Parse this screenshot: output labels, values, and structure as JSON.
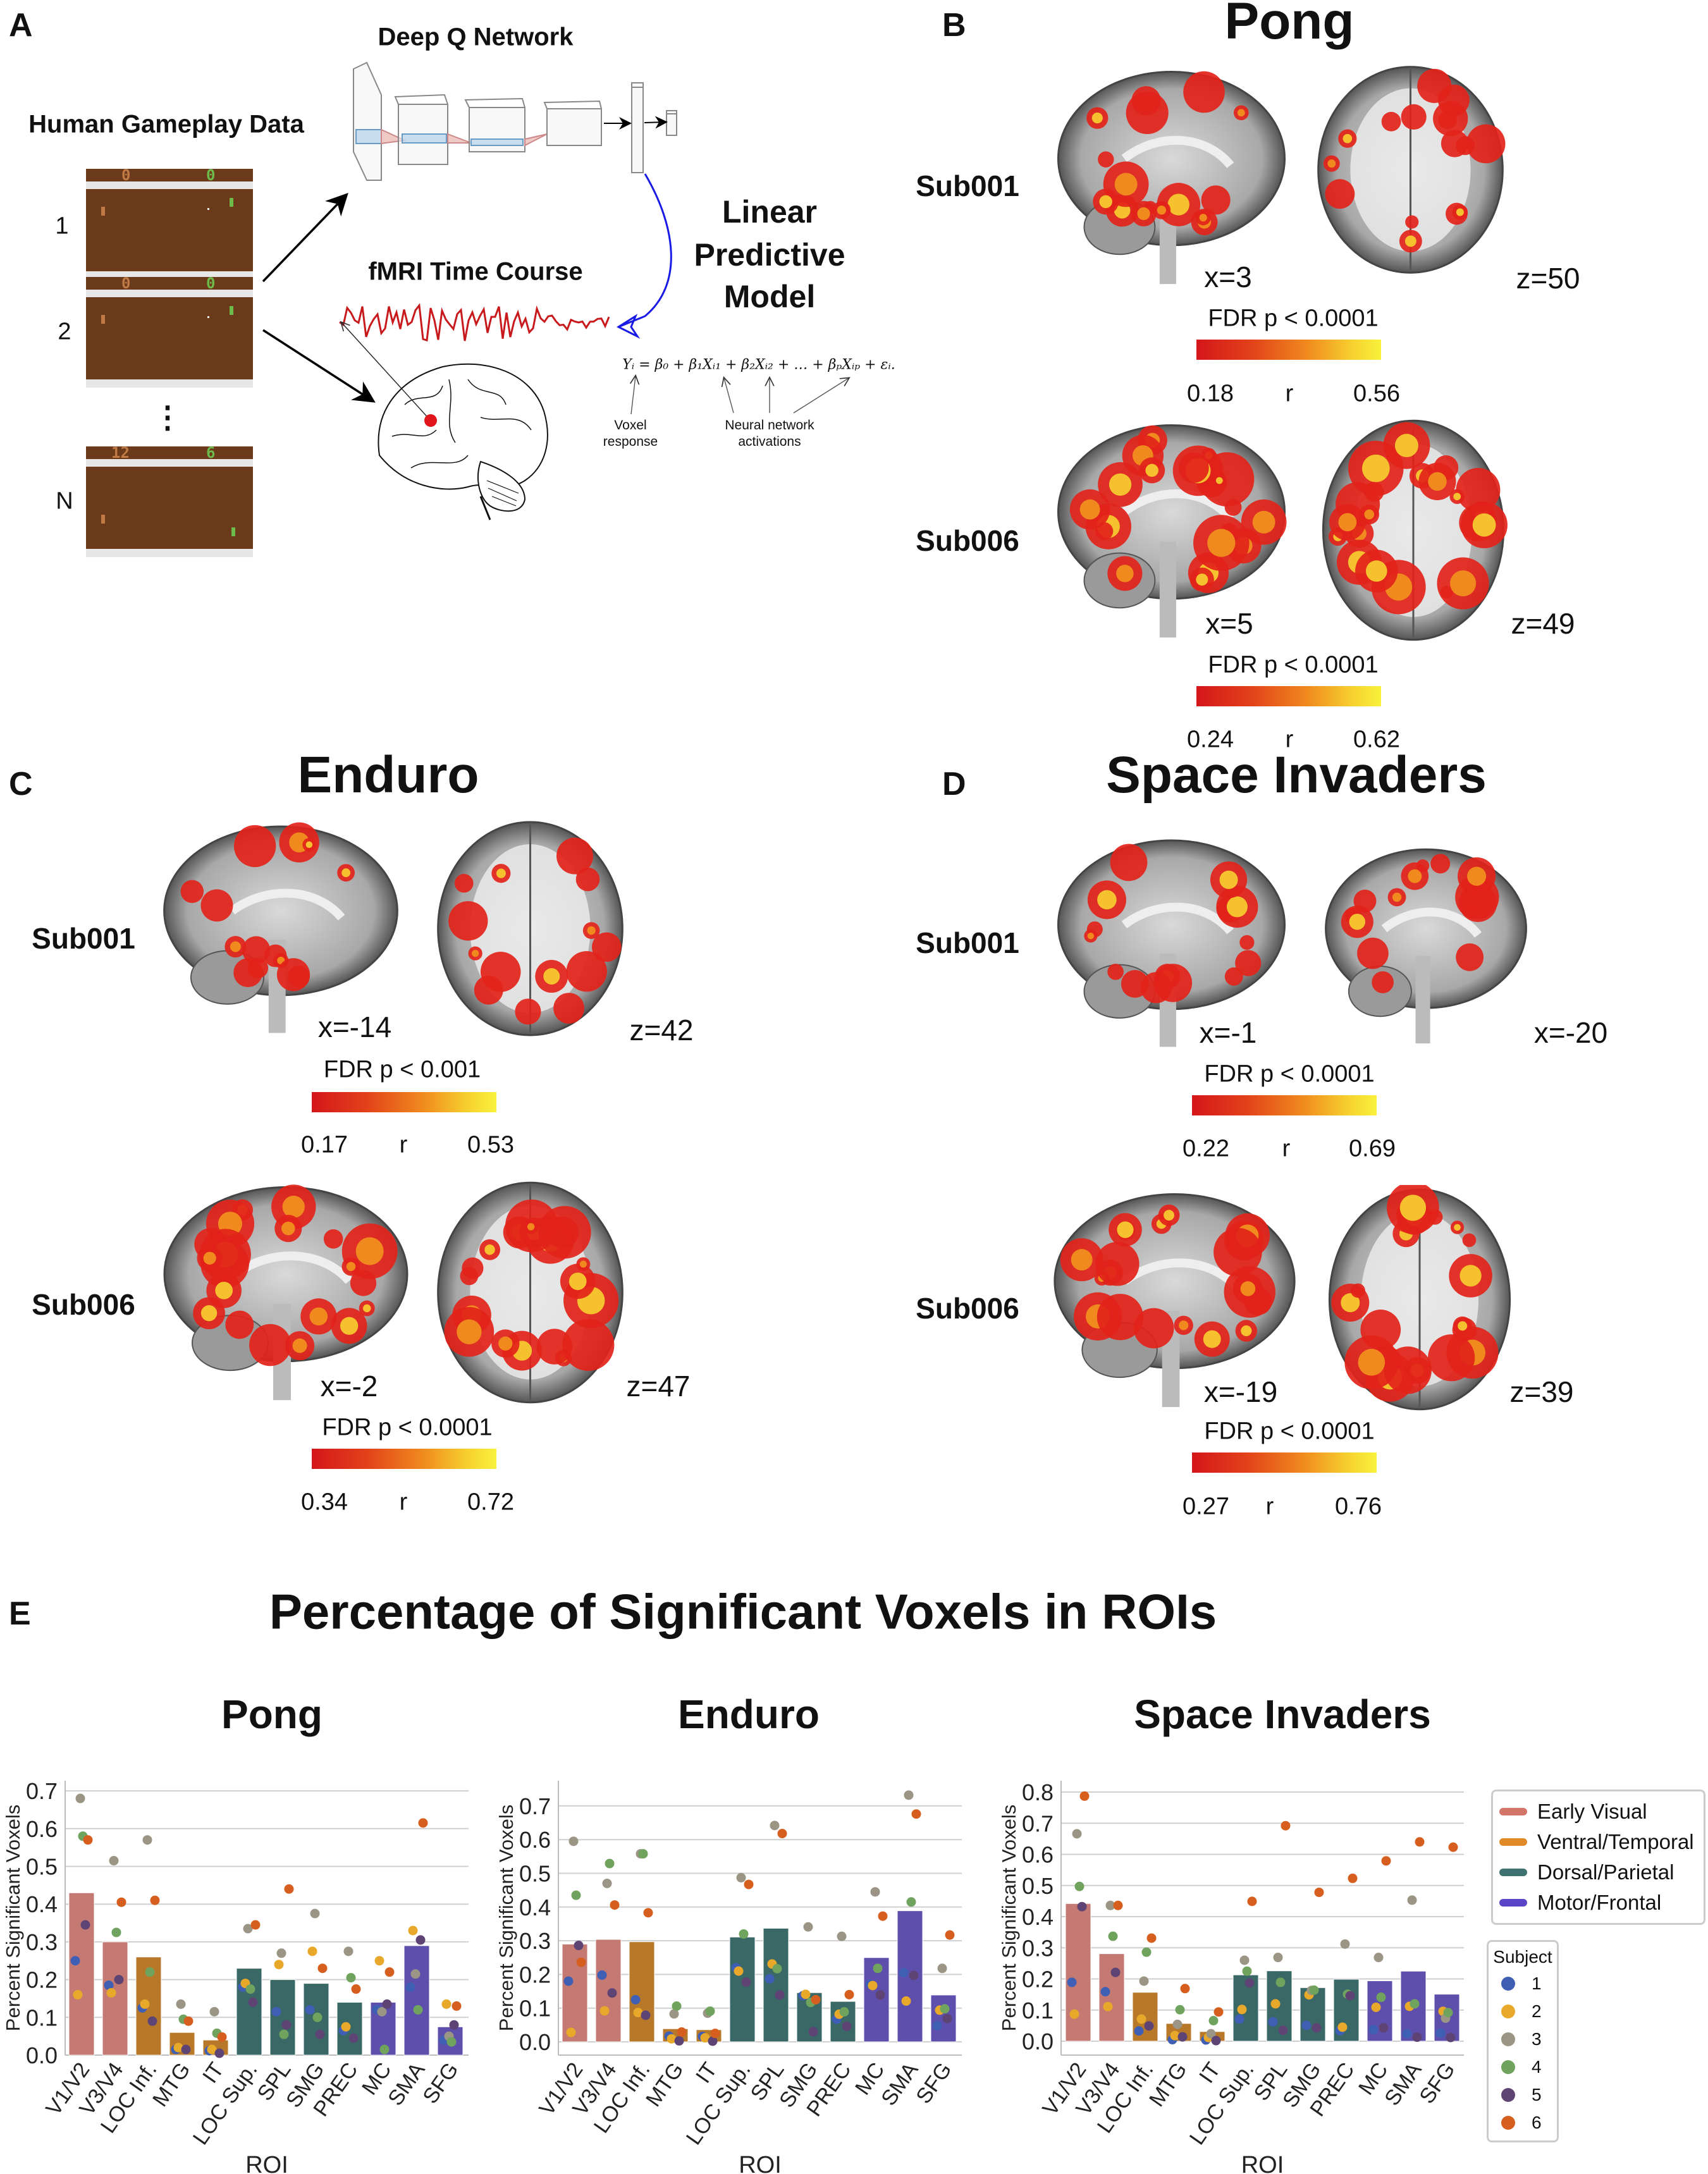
{
  "panel_a": {
    "label": "A",
    "dqn_title": "Deep Q Network",
    "gameplay_title": "Human Gameplay Data",
    "frames": [
      {
        "label": "1",
        "score_left": "0",
        "score_right": "0"
      },
      {
        "label": "2",
        "score_left": "0",
        "score_right": "0"
      },
      {
        "label": "N",
        "score_left": "12",
        "score_right": "6"
      }
    ],
    "ellipsis": "⋮",
    "fmri_title": "fMRI Time Course",
    "model_title": [
      "Linear",
      "Predictive",
      "Model"
    ],
    "equation": "Yᵢ = β₀ + β₁Xᵢ₁ + β₂Xᵢ₂ + … + βₚXᵢₚ + εᵢ.",
    "voxel_label": [
      "Voxel",
      "response"
    ],
    "nn_label": [
      "Neural network",
      "activations"
    ]
  },
  "panel_b": {
    "label": "B",
    "title": "Pong",
    "rows": [
      {
        "subject": "Sub001",
        "coord1": "x=3",
        "coord2": "z=50",
        "threshold": "FDR p < 0.0001",
        "cbar_min": "0.18",
        "cbar_unit": "r",
        "cbar_max": "0.56"
      },
      {
        "subject": "Sub006",
        "coord1": "x=5",
        "coord2": "z=49",
        "threshold": "FDR p < 0.0001",
        "cbar_min": "0.24",
        "cbar_unit": "r",
        "cbar_max": "0.62"
      }
    ]
  },
  "panel_c": {
    "label": "C",
    "title": "Enduro",
    "rows": [
      {
        "subject": "Sub001",
        "coord1": "x=-14",
        "coord2": "z=42",
        "threshold": "FDR p < 0.001",
        "cbar_min": "0.17",
        "cbar_unit": "r",
        "cbar_max": "0.53"
      },
      {
        "subject": "Sub006",
        "coord1": "x=-2",
        "coord2": "z=47",
        "threshold": "FDR p < 0.0001",
        "cbar_min": "0.34",
        "cbar_unit": "r",
        "cbar_max": "0.72"
      }
    ]
  },
  "panel_d": {
    "label": "D",
    "title": "Space Invaders",
    "rows": [
      {
        "subject": "Sub001",
        "coord1": "x=-1",
        "coord2": "x=-20",
        "threshold": "FDR p < 0.0001",
        "cbar_min": "0.22",
        "cbar_unit": "r",
        "cbar_max": "0.69"
      },
      {
        "subject": "Sub006",
        "coord1": "x=-19",
        "coord2": "z=39",
        "threshold": "FDR p < 0.0001",
        "cbar_min": "0.27",
        "cbar_unit": "r",
        "cbar_max": "0.76"
      }
    ]
  },
  "panel_e": {
    "label": "E",
    "title": "Percentage of Significant Voxels in ROIs",
    "legend_groups": [
      {
        "name": "Early Visual",
        "color": "#d4756c"
      },
      {
        "name": "Ventral/Temporal",
        "color": "#e08a2a"
      },
      {
        "name": "Dorsal/Parietal",
        "color": "#3f7370"
      },
      {
        "name": "Motor/Frontal",
        "color": "#5a45c6"
      }
    ],
    "subject_legend_title": "Subject",
    "subjects": [
      {
        "id": "1",
        "color": "#3f5fb5"
      },
      {
        "id": "2",
        "color": "#e8a92a"
      },
      {
        "id": "3",
        "color": "#9a9585"
      },
      {
        "id": "4",
        "color": "#6fa35e"
      },
      {
        "id": "5",
        "color": "#5e4474"
      },
      {
        "id": "6",
        "color": "#d65f1f"
      }
    ]
  },
  "chart_data": [
    {
      "type": "bar",
      "title": "Pong",
      "xlabel": "ROI",
      "ylabel": "Percent Significant Voxels",
      "ylim": [
        0,
        0.73
      ],
      "yticks": [
        "0.0",
        "0.1",
        "0.2",
        "0.3",
        "0.4",
        "0.5",
        "0.6",
        "0.7"
      ],
      "grid": true,
      "categories": [
        "V1/V2",
        "V3/V4",
        "LOC Inf.",
        "MTG",
        "IT",
        "LOC Sup.",
        "SPL",
        "SMG",
        "PREC",
        "MC",
        "SMA",
        "SFG"
      ],
      "groups": [
        "Early Visual",
        "Early Visual",
        "Ventral/Temporal",
        "Ventral/Temporal",
        "Ventral/Temporal",
        "Dorsal/Parietal",
        "Dorsal/Parietal",
        "Dorsal/Parietal",
        "Dorsal/Parietal",
        "Motor/Frontal",
        "Motor/Frontal",
        "Motor/Frontal"
      ],
      "values": [
        0.43,
        0.3,
        0.26,
        0.06,
        0.04,
        0.23,
        0.2,
        0.19,
        0.14,
        0.14,
        0.29,
        0.075
      ],
      "subject_points": [
        [
          0.25,
          0.16,
          0.68,
          0.58,
          0.345,
          0.57
        ],
        [
          0.185,
          0.165,
          0.515,
          0.325,
          0.2,
          0.405
        ],
        [
          0.125,
          0.135,
          0.57,
          0.22,
          0.09,
          0.41
        ],
        [
          0.015,
          0.02,
          0.135,
          0.095,
          0.015,
          0.09
        ],
        [
          0.012,
          0.015,
          0.115,
          0.058,
          0.005,
          0.048
        ],
        [
          0.18,
          0.19,
          0.335,
          0.175,
          0.14,
          0.345
        ],
        [
          0.115,
          0.24,
          0.27,
          0.055,
          0.08,
          0.44
        ],
        [
          0.12,
          0.275,
          0.375,
          0.1,
          0.055,
          0.23
        ],
        [
          0.065,
          0.075,
          0.275,
          0.205,
          0.045,
          0.175
        ],
        [
          0.12,
          0.25,
          0.115,
          0.015,
          0.135,
          0.22
        ],
        [
          0.18,
          0.33,
          0.215,
          0.12,
          0.305,
          0.615
        ],
        [
          0.04,
          0.135,
          0.05,
          0.035,
          0.08,
          0.13
        ]
      ]
    },
    {
      "type": "bar",
      "title": "Enduro",
      "xlabel": "ROI",
      "ylabel": "Percent Significant Voxels",
      "ylim": [
        -0.04,
        0.78
      ],
      "yticks": [
        "0.0",
        "0.1",
        "0.2",
        "0.3",
        "0.4",
        "0.5",
        "0.6",
        "0.7"
      ],
      "grid": true,
      "categories": [
        "V1/V2",
        "V3/V4",
        "LOC Inf.",
        "MTG",
        "IT",
        "LOC Sup.",
        "SPL",
        "SMG",
        "PREC",
        "MC",
        "SMA",
        "SFG"
      ],
      "groups": [
        "Early Visual",
        "Early Visual",
        "Ventral/Temporal",
        "Ventral/Temporal",
        "Ventral/Temporal",
        "Dorsal/Parietal",
        "Dorsal/Parietal",
        "Dorsal/Parietal",
        "Dorsal/Parietal",
        "Motor/Frontal",
        "Motor/Frontal",
        "Motor/Frontal"
      ],
      "values": [
        0.29,
        0.304,
        0.297,
        0.039,
        0.036,
        0.311,
        0.337,
        0.146,
        0.12,
        0.25,
        0.389,
        0.139
      ],
      "subject_points": [
        [
          0.18,
          0.028,
          0.595,
          0.435,
          0.286,
          0.236
        ],
        [
          0.198,
          0.092,
          0.47,
          0.529,
          0.145,
          0.406
        ],
        [
          0.125,
          0.087,
          0.558,
          0.558,
          0.079,
          0.383
        ],
        [
          0.017,
          0.009,
          0.083,
          0.106,
          0.003,
          0.029
        ],
        [
          0.016,
          0.012,
          0.085,
          0.091,
          0.002,
          0.025
        ],
        [
          0.22,
          0.21,
          0.487,
          0.32,
          0.177,
          0.467
        ],
        [
          0.187,
          0.231,
          0.642,
          0.217,
          0.139,
          0.618
        ],
        [
          0.137,
          0.141,
          0.341,
          0.117,
          0.03,
          0.125
        ],
        [
          0.067,
          0.082,
          0.313,
          0.089,
          0.046,
          0.14
        ],
        [
          0.171,
          0.167,
          0.445,
          0.218,
          0.139,
          0.373
        ],
        [
          0.205,
          0.121,
          0.732,
          0.415,
          0.197,
          0.676
        ],
        [
          0.048,
          0.094,
          0.218,
          0.098,
          0.069,
          0.317
        ]
      ]
    },
    {
      "type": "bar",
      "title": "Space Invaders",
      "xlabel": "ROI",
      "ylabel": "Percent Significant Voxels",
      "ylim": [
        -0.045,
        0.84
      ],
      "yticks": [
        "0.0",
        "0.1",
        "0.2",
        "0.3",
        "0.4",
        "0.5",
        "0.6",
        "0.7",
        "0.8"
      ],
      "grid": true,
      "legend": "right",
      "categories": [
        "V1/V2",
        "V3/V4",
        "LOC Inf.",
        "MTG",
        "IT",
        "LOC Sup.",
        "SPL",
        "SMG",
        "PREC",
        "MC",
        "SMA",
        "SFG"
      ],
      "groups": [
        "Early Visual",
        "Early Visual",
        "Ventral/Temporal",
        "Ventral/Temporal",
        "Ventral/Temporal",
        "Dorsal/Parietal",
        "Dorsal/Parietal",
        "Dorsal/Parietal",
        "Dorsal/Parietal",
        "Motor/Frontal",
        "Motor/Frontal",
        "Motor/Frontal"
      ],
      "values": [
        0.442,
        0.281,
        0.157,
        0.057,
        0.031,
        0.213,
        0.226,
        0.172,
        0.199,
        0.194,
        0.225,
        0.151
      ],
      "subject_points": [
        [
          0.189,
          0.087,
          0.666,
          0.497,
          0.432,
          0.787
        ],
        [
          0.159,
          0.111,
          0.436,
          0.337,
          0.221,
          0.436
        ],
        [
          0.033,
          0.071,
          0.193,
          0.286,
          0.049,
          0.331
        ],
        [
          0.005,
          0.018,
          0.054,
          0.101,
          0.014,
          0.169
        ],
        [
          0.004,
          0.012,
          0.024,
          0.066,
          0.002,
          0.094
        ],
        [
          0.071,
          0.102,
          0.26,
          0.225,
          0.187,
          0.449
        ],
        [
          0.062,
          0.12,
          0.269,
          0.189,
          0.035,
          0.692
        ],
        [
          0.051,
          0.149,
          0.163,
          0.164,
          0.043,
          0.478
        ],
        [
          0.034,
          0.045,
          0.312,
          0.151,
          0.146,
          0.523
        ],
        [
          0.037,
          0.109,
          0.269,
          0.141,
          0.043,
          0.579
        ],
        [
          0.024,
          0.112,
          0.453,
          0.12,
          0.013,
          0.64
        ],
        [
          0.026,
          0.096,
          0.074,
          0.092,
          0.012,
          0.623
        ]
      ]
    }
  ]
}
